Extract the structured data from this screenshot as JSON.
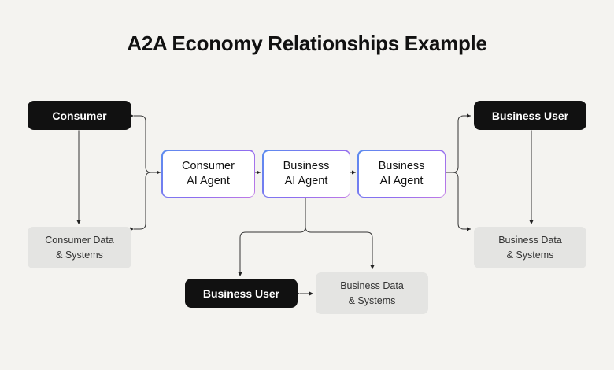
{
  "title": "A2A Economy Relationships Example",
  "left": {
    "consumer": "Consumer",
    "data_line1": "Consumer Data",
    "data_line2": "& Systems"
  },
  "agents": [
    {
      "line1": "Consumer",
      "line2": "AI Agent"
    },
    {
      "line1": "Business",
      "line2": "AI Agent"
    },
    {
      "line1": "Business",
      "line2": "AI Agent"
    }
  ],
  "right": {
    "user": "Business User",
    "data_line1": "Business Data",
    "data_line2": "& Systems"
  },
  "bottom": {
    "user": "Business User",
    "data_line1": "Business Data",
    "data_line2": "& Systems"
  },
  "colors": {
    "background": "#f4f3f0",
    "dark_node": "#111111",
    "gray_node": "#e4e4e2",
    "agent_border_start": "#5b8def",
    "agent_border_end": "#c07ae6"
  }
}
